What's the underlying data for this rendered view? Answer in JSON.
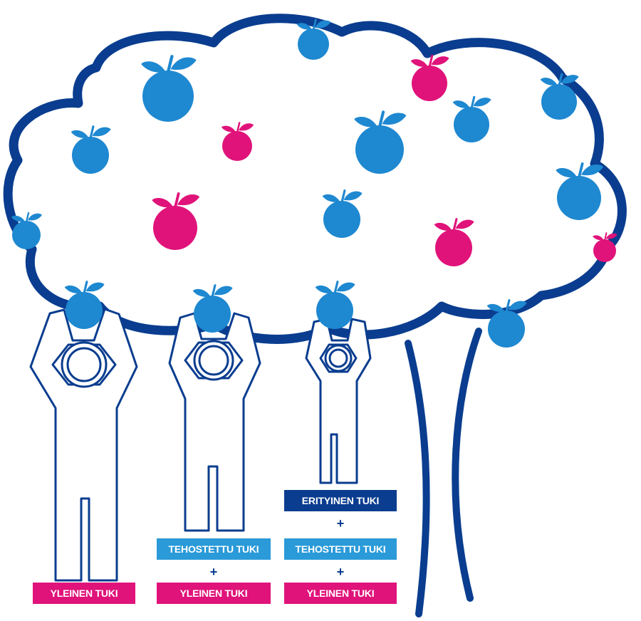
{
  "colors": {
    "navy": "#0a3d8f",
    "blue": "#1e88d1",
    "light_blue": "#2a9ad8",
    "magenta": "#e0137a",
    "white": "#ffffff"
  },
  "labels": {
    "yleinen": "YLEINEN TUKI",
    "tehostettu": "TEHOSTETTU TUKI",
    "erityinen": "ERITYINEN TUKI",
    "plus": "+"
  },
  "figures": [
    {
      "name": "figure-left",
      "levels": [
        "yleinen"
      ]
    },
    {
      "name": "figure-middle",
      "levels": [
        "tehostettu",
        "yleinen"
      ]
    },
    {
      "name": "figure-right",
      "levels": [
        "erityinen",
        "tehostettu",
        "yleinen"
      ]
    }
  ],
  "icons": [
    "apple-icon",
    "person-icon",
    "tree-crown-icon",
    "tree-trunk-icon"
  ]
}
